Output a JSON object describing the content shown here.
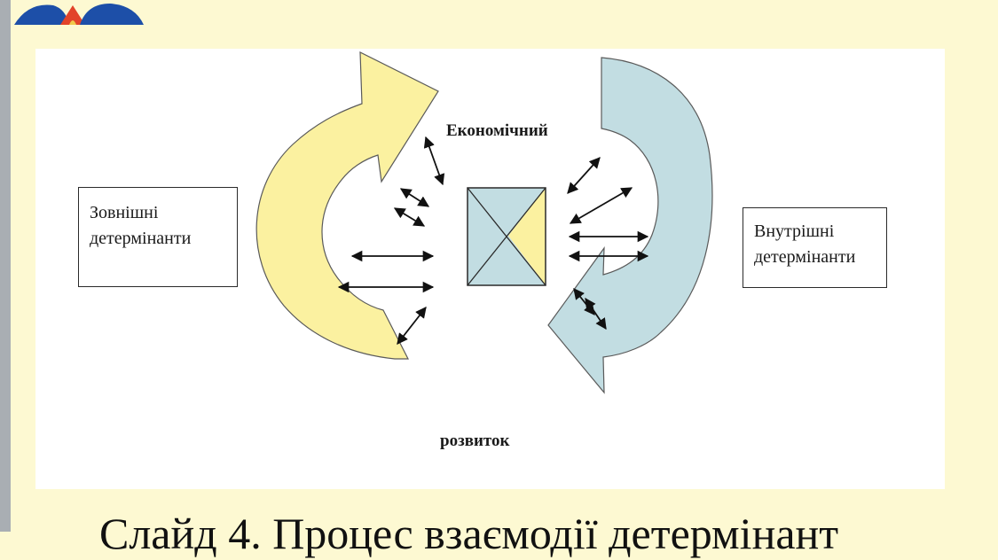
{
  "slide": {
    "caption": "Слайд 4. Процес взаємодії детермінант"
  },
  "diagram": {
    "external_box": {
      "line1": "Зовнішні",
      "line2": "детермінанти"
    },
    "internal_box": {
      "line1": "Внутрішні",
      "line2": "детермінанти"
    },
    "label_top": "Економічний",
    "label_bottom": "розвиток"
  },
  "colors": {
    "background": "#fdf9d2",
    "left_arrow": "#fbf1a0",
    "right_arrow": "#c2dde2",
    "panel": "#ffffff"
  }
}
